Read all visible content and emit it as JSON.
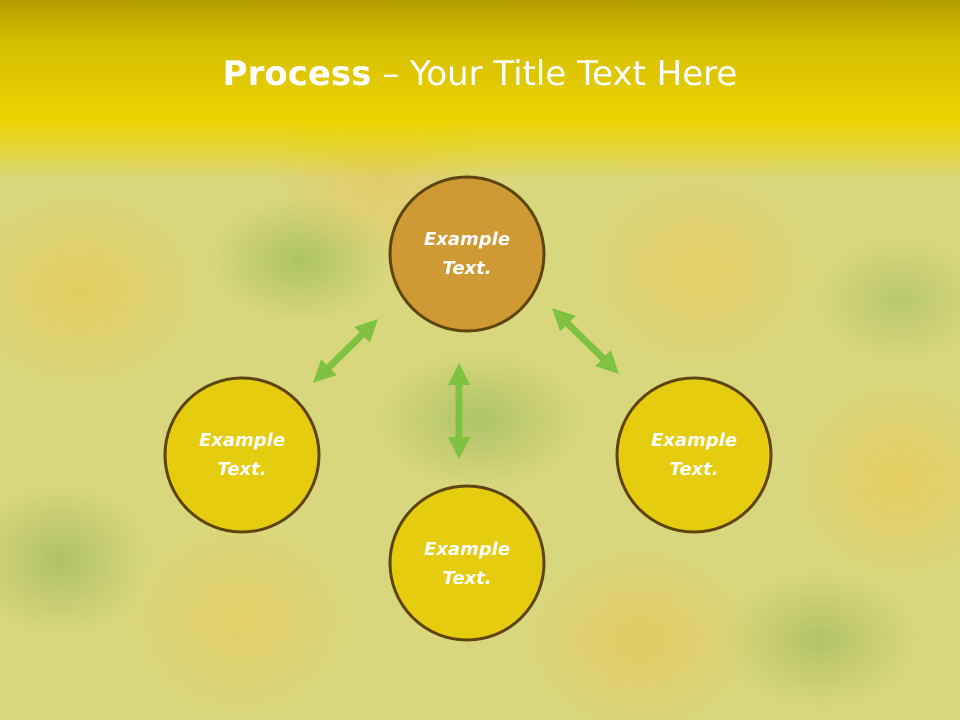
{
  "title": {
    "bold": "Process",
    "dash": " – ",
    "rest": "Your Title Text Here"
  },
  "nodes": [
    {
      "id": "top",
      "line1": "Example",
      "line2": "Text.",
      "fill": "#cf9a33"
    },
    {
      "id": "left",
      "line1": "Example",
      "line2": "Text.",
      "fill": "#e6cc0e"
    },
    {
      "id": "bottom",
      "line1": "Example",
      "line2": "Text.",
      "fill": "#e6cc0e"
    },
    {
      "id": "right",
      "line1": "Example",
      "line2": "Text.",
      "fill": "#e6cc0e"
    }
  ],
  "colors": {
    "header": "#ecd400",
    "node_border": "#5e4410",
    "arrow": "#7fc241",
    "text": "#ffffff"
  }
}
